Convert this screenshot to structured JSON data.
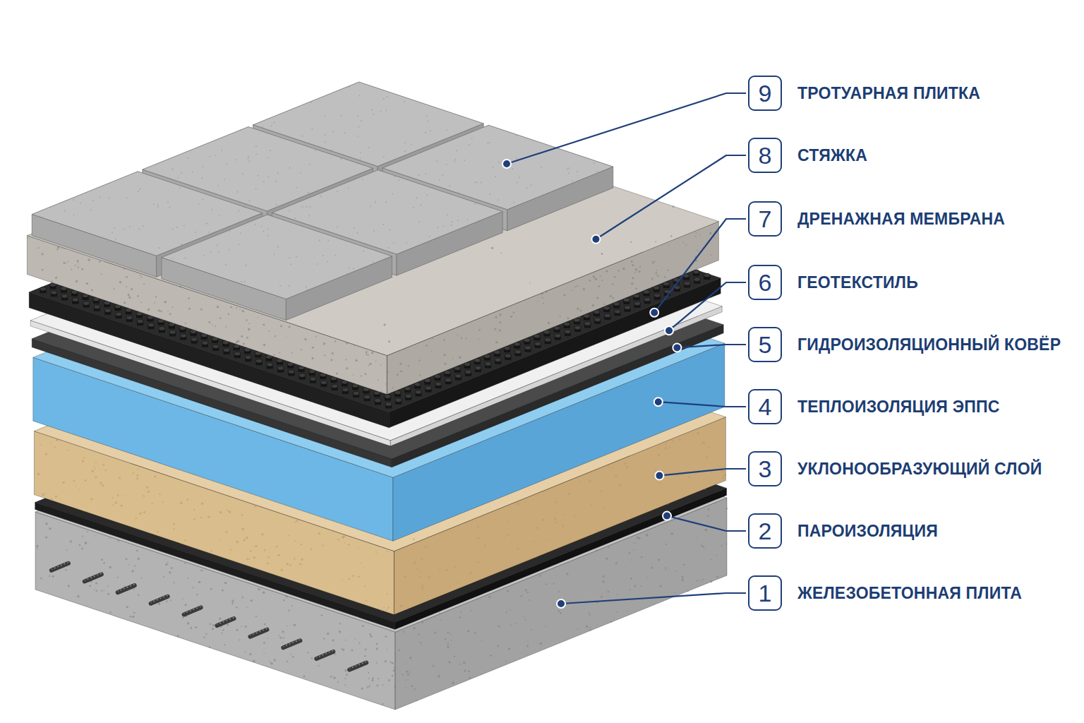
{
  "diagram": {
    "nodes": [
      {
        "text": [
          "9",
          "ТРОТУАРНАЯ ПЛИТКА"
        ]
      },
      {
        "text": [
          "8",
          "СТЯЖКА"
        ]
      },
      {
        "text": [
          "7",
          "ДРЕНАЖНАЯ МЕМБРАНА"
        ]
      },
      {
        "text": [
          "6",
          "ГЕОТЕКСТИЛЬ"
        ]
      },
      {
        "text": [
          "5",
          "ГИДРОИЗОЛЯЦИОННЫЙ КОВЁР"
        ]
      },
      {
        "text": [
          "4",
          "ТЕПЛОИЗОЛЯЦИЯ ЭППС"
        ]
      },
      {
        "text": [
          "3",
          "УКЛОНООБРАЗУЮЩИЙ СЛОЙ"
        ]
      },
      {
        "text": [
          "2",
          "ПАРОИЗОЛЯЦИЯ"
        ]
      },
      {
        "text": [
          "1",
          "ЖЕЛЕЗОБЕТОННАЯ ПЛИТА"
        ]
      }
    ]
  }
}
